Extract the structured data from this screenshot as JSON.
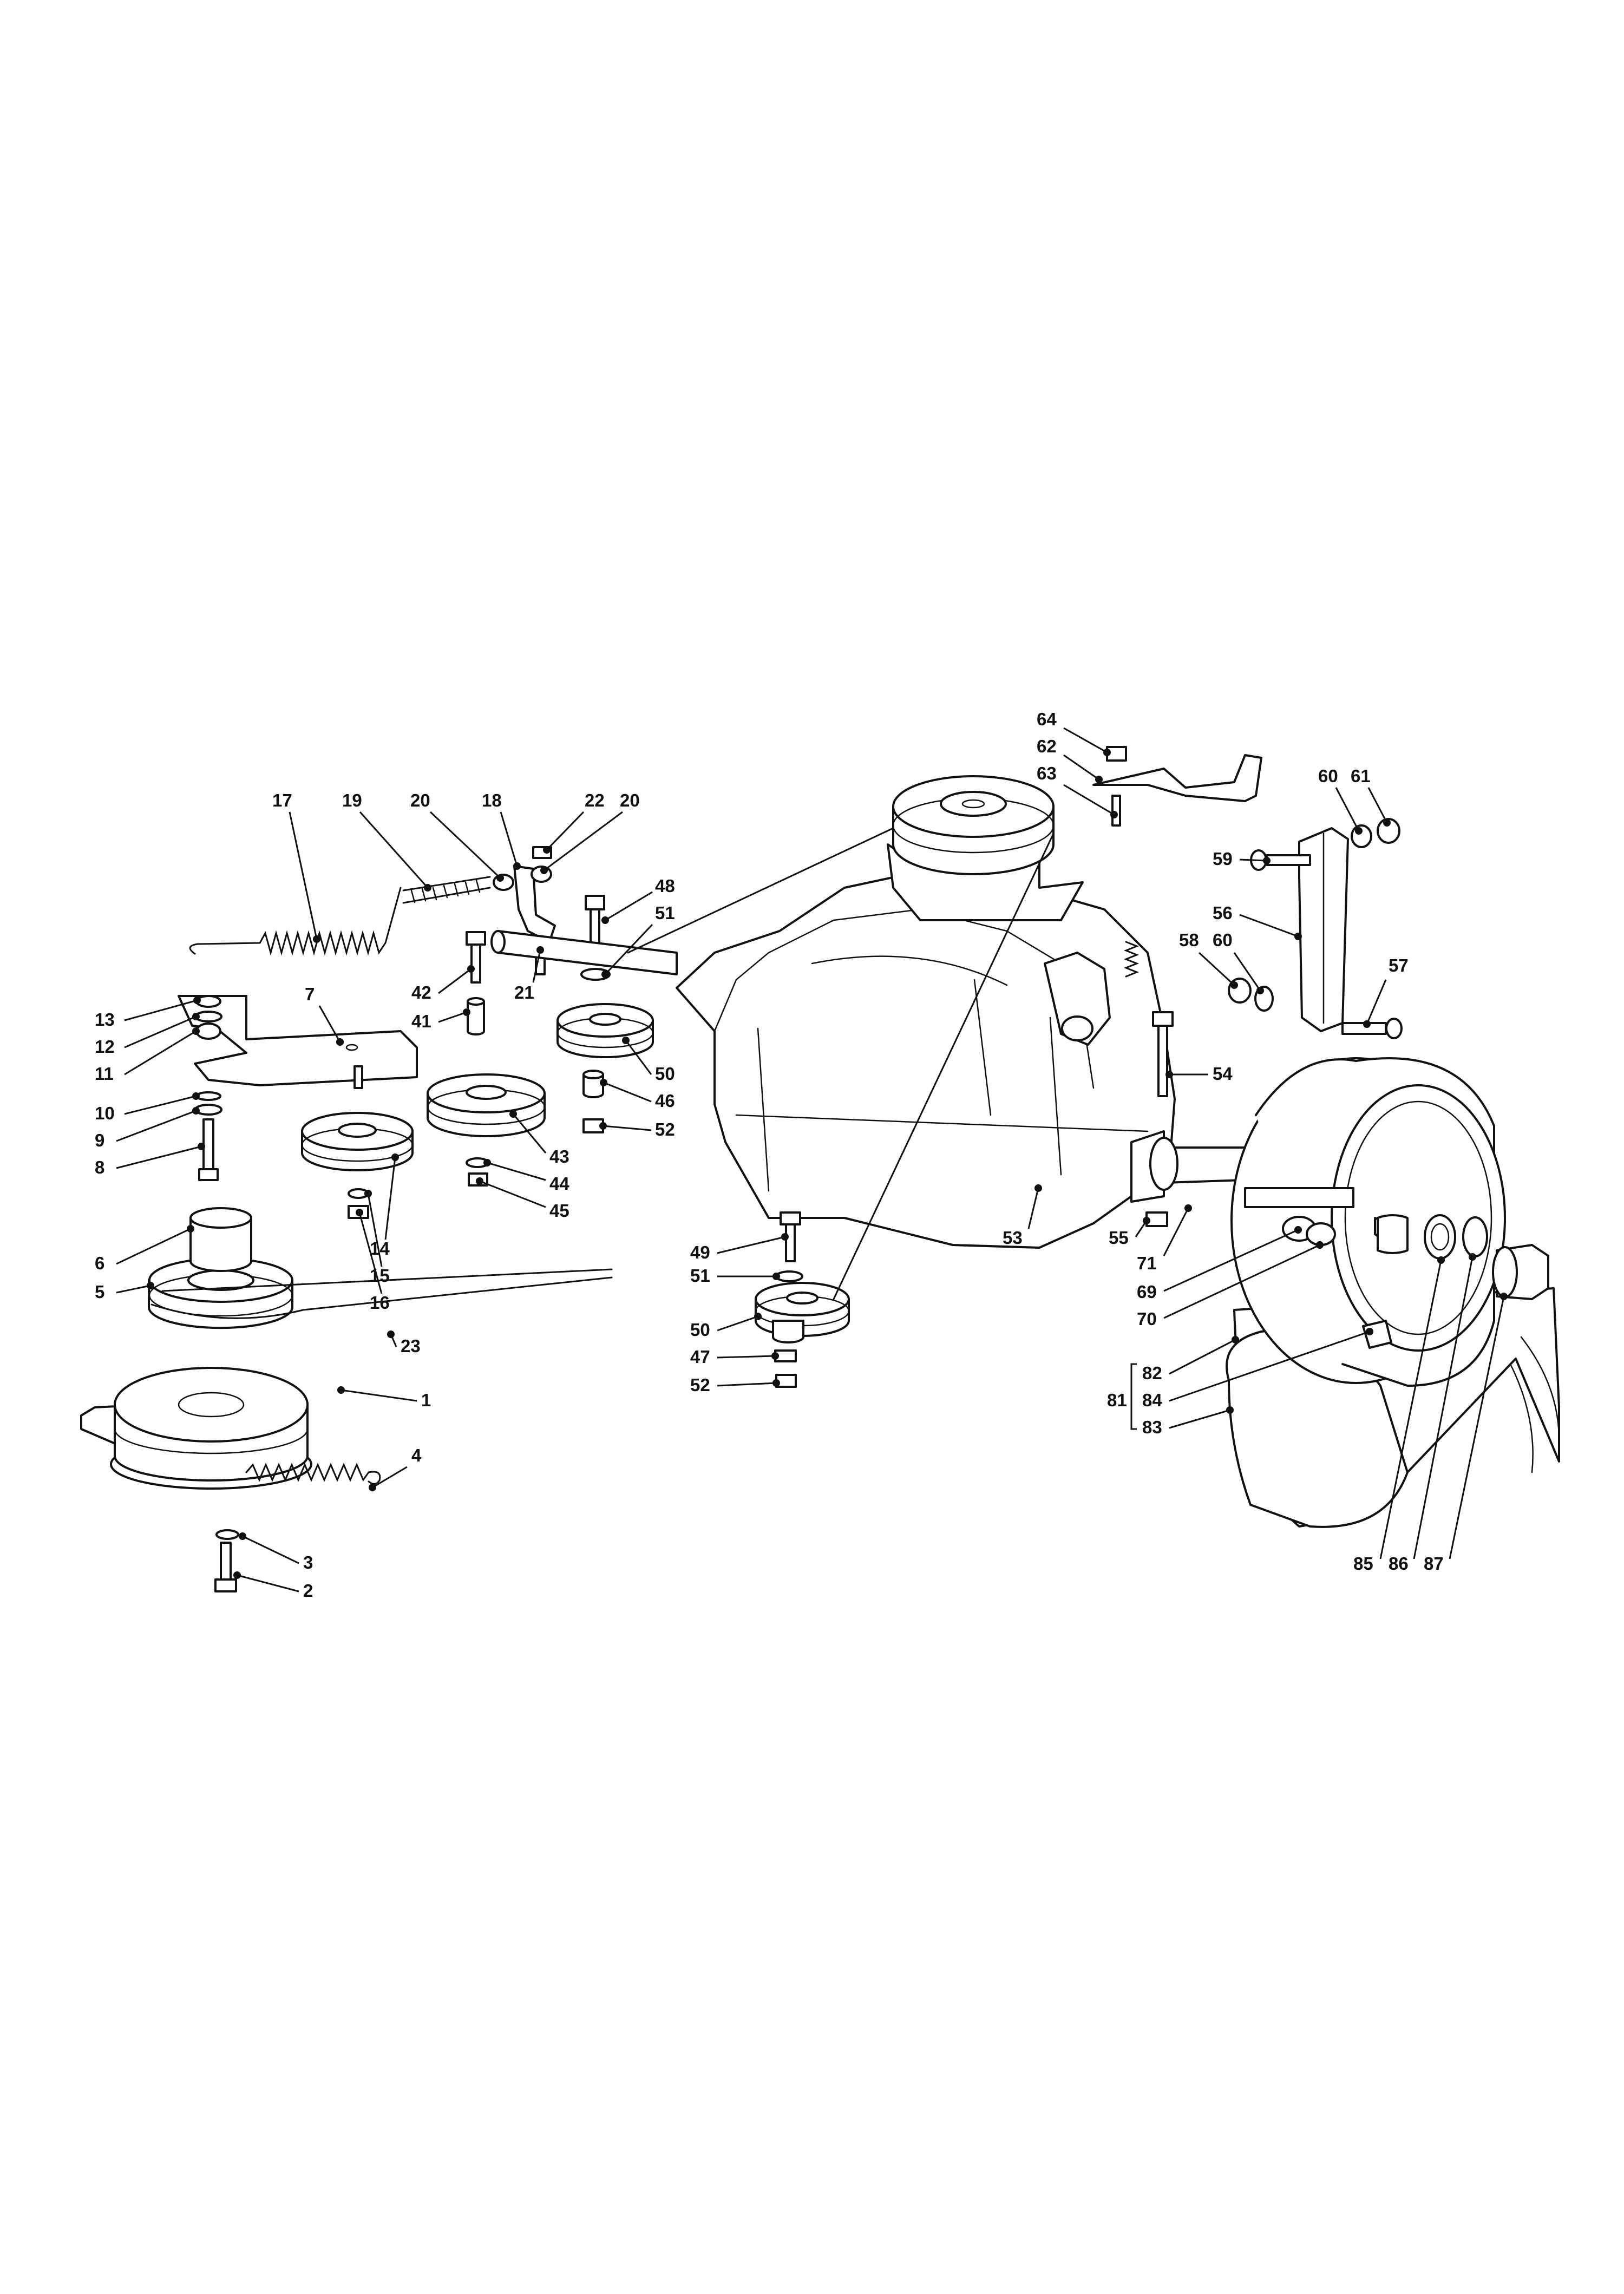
{
  "diagram": {
    "callouts": [
      "1",
      "2",
      "3",
      "4",
      "5",
      "6",
      "7",
      "8",
      "9",
      "10",
      "11",
      "12",
      "13",
      "14",
      "15",
      "16",
      "17",
      "18",
      "19",
      "20",
      "20",
      "21",
      "22",
      "23",
      "41",
      "42",
      "43",
      "44",
      "45",
      "46",
      "47",
      "48",
      "49",
      "50",
      "50",
      "51",
      "51",
      "52",
      "52",
      "53",
      "54",
      "55",
      "56",
      "57",
      "58",
      "59",
      "60",
      "60",
      "61",
      "62",
      "63",
      "64",
      "69",
      "70",
      "71",
      "81",
      "82",
      "83",
      "84",
      "85",
      "86",
      "87"
    ],
    "group_81_members": [
      "82",
      "84",
      "83"
    ]
  }
}
